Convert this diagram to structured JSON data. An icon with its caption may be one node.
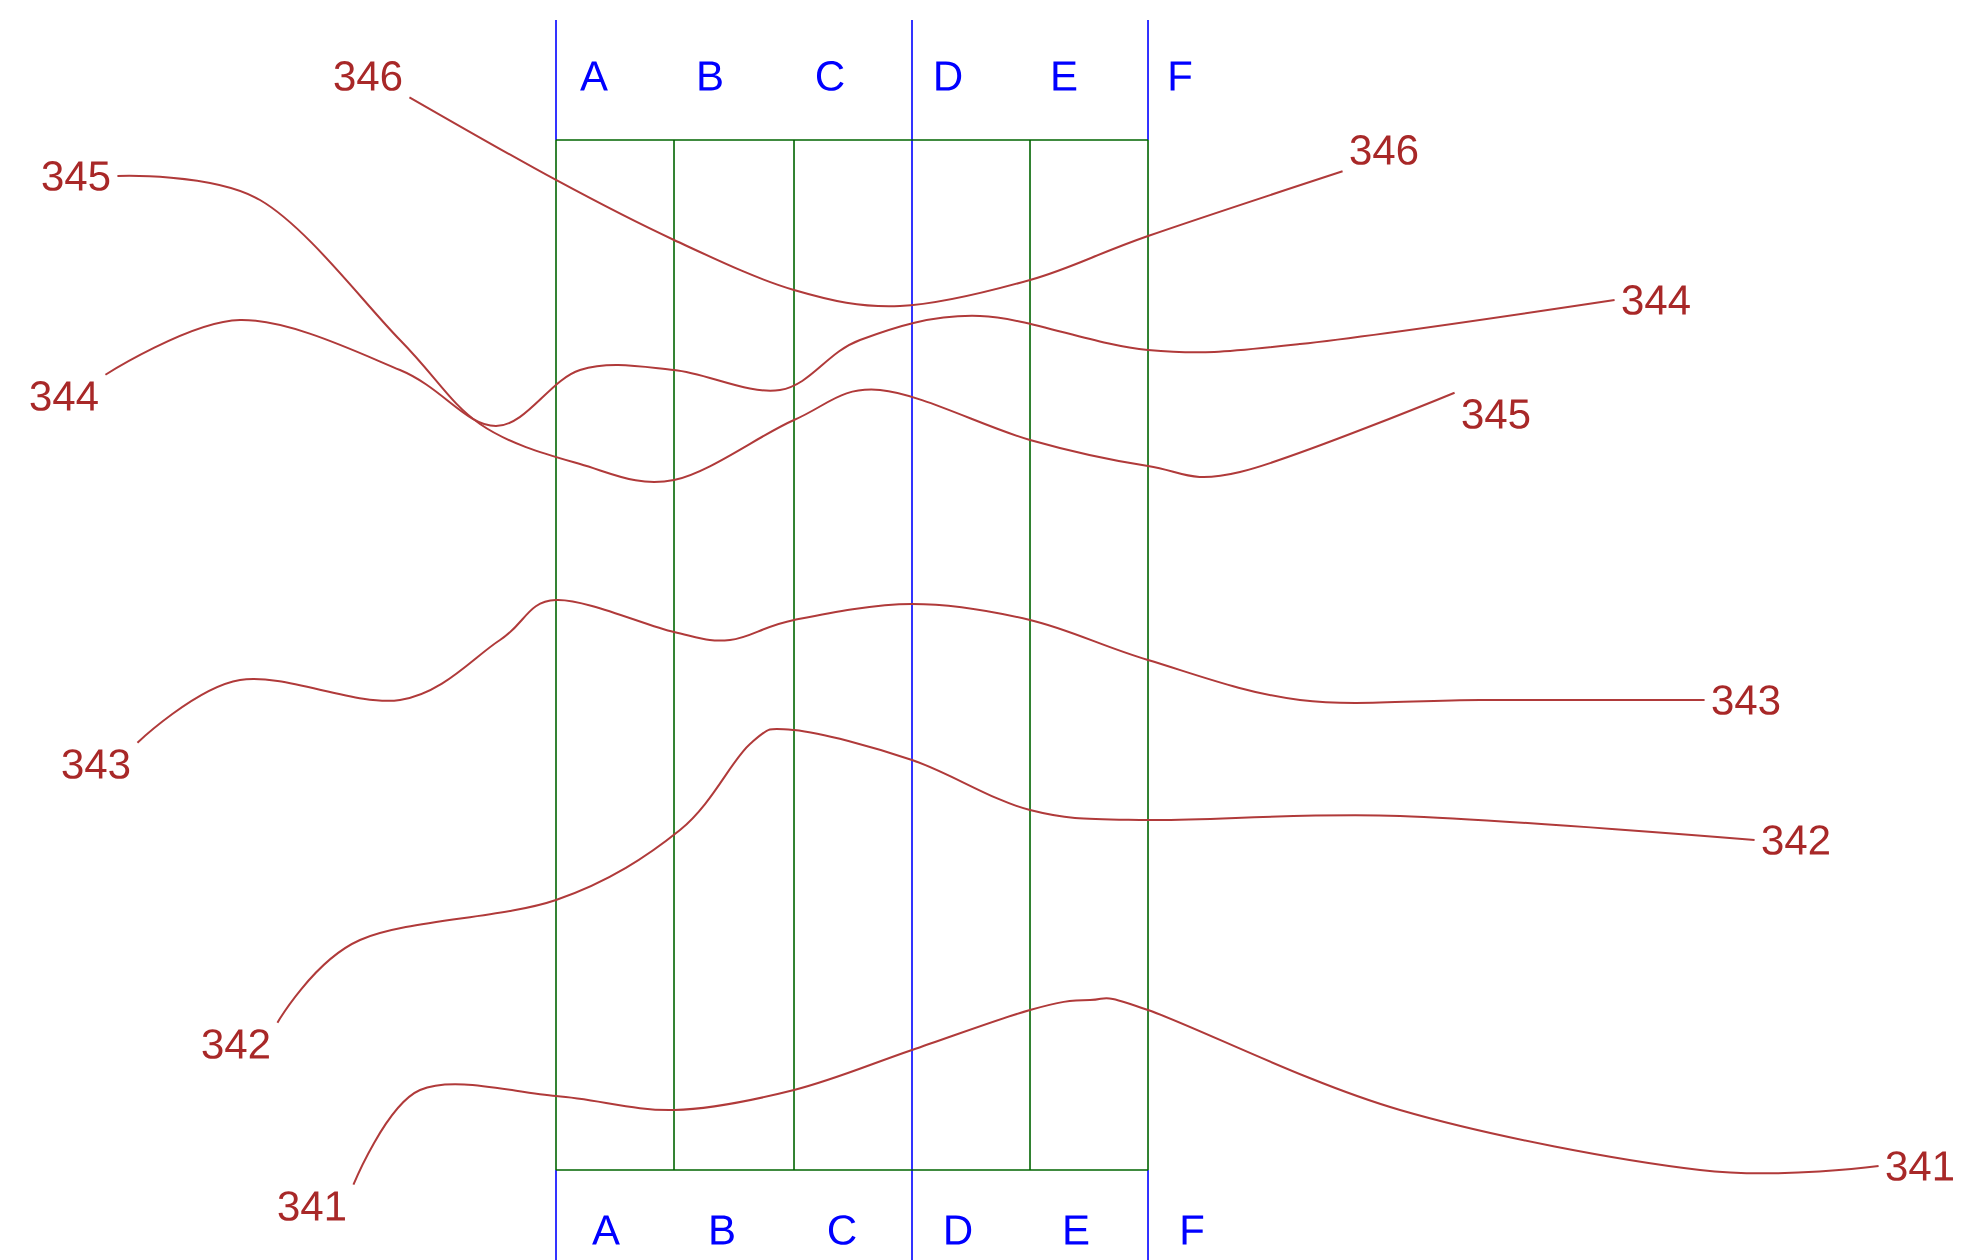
{
  "diagram": {
    "nodes": [
      {
        "text": [
          "346"
        ]
      },
      {
        "text": [
          "346"
        ]
      },
      {
        "text": [
          "345"
        ]
      },
      {
        "text": [
          "344"
        ]
      },
      {
        "text": [
          "344"
        ]
      },
      {
        "text": [
          "345"
        ]
      },
      {
        "text": [
          "343"
        ]
      },
      {
        "text": [
          "343"
        ]
      },
      {
        "text": [
          "342"
        ]
      },
      {
        "text": [
          "342"
        ]
      },
      {
        "text": [
          "341"
        ]
      },
      {
        "text": [
          "341"
        ]
      }
    ],
    "edges": [
      {
        "from": 0,
        "to": 1,
        "arrow": "none"
      },
      {
        "from": 2,
        "to": 5,
        "arrow": "none"
      },
      {
        "from": 4,
        "to": 3,
        "arrow": "none"
      },
      {
        "from": 7,
        "to": 6,
        "arrow": "none"
      },
      {
        "from": 9,
        "to": 8,
        "arrow": "none"
      },
      {
        "from": 11,
        "to": 10,
        "arrow": "none"
      }
    ],
    "labels": [
      "A",
      "B",
      "C",
      "D",
      "E",
      "F",
      "A",
      "B",
      "C",
      "D",
      "E",
      "F"
    ]
  }
}
